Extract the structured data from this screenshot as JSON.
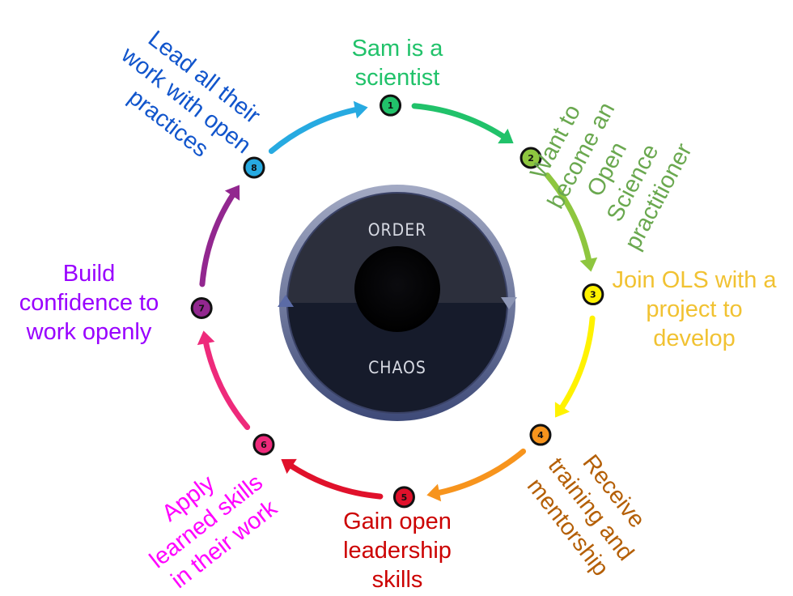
{
  "center": {
    "top_word": "ORDER",
    "bottom_word": "CHAOS"
  },
  "steps": [
    {
      "num": "1",
      "color": "#21c26a",
      "lines": [
        "Sam is a",
        "scientist"
      ]
    },
    {
      "num": "2",
      "color": "#8ec63f",
      "lines": [
        "Want to",
        "become an",
        "Open",
        "Science",
        "practitioner"
      ],
      "text_color": "#6aa84f"
    },
    {
      "num": "3",
      "color": "#fff200",
      "lines": [
        "Join OLS with a",
        "project to",
        "develop"
      ],
      "text_color": "#f1c232"
    },
    {
      "num": "4",
      "color": "#f7941d",
      "lines": [
        "Receive",
        "training and",
        "mentorship"
      ],
      "text_color": "#b45f06"
    },
    {
      "num": "5",
      "color": "#e0112b",
      "lines": [
        "Gain open",
        "leadership",
        "skills"
      ],
      "text_color": "#cc0000"
    },
    {
      "num": "6",
      "color": "#ee2a7b",
      "lines": [
        "Apply",
        "learned skills",
        "in their work"
      ],
      "text_color": "#ff00ff"
    },
    {
      "num": "7",
      "color": "#92278f",
      "lines": [
        "Build",
        "confidence to",
        "work openly"
      ],
      "text_color": "#9900ff"
    },
    {
      "num": "8",
      "color": "#27aae1",
      "lines": [
        "Lead all their",
        "work with open",
        "practices"
      ],
      "text_color": "#1155cc"
    }
  ],
  "step1_text_color": "#21c26a",
  "arrow_colors": [
    "#21c26a",
    "#8ec63f",
    "#fff200",
    "#f7941d",
    "#e0112b",
    "#ee2a7b",
    "#92278f",
    "#27aae1"
  ]
}
